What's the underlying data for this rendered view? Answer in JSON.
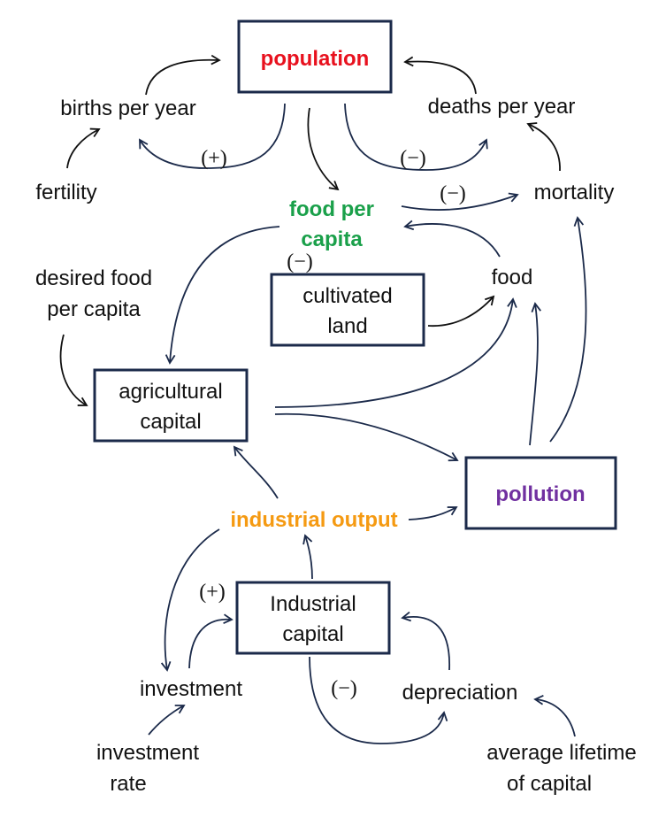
{
  "colors": {
    "population": "#e8111e",
    "food_per_capita": "#1aa04a",
    "pollution": "#7030a0",
    "industrial_output": "#f59a12",
    "arrow": "#1b2a4a",
    "box_border": "#1b2a4a",
    "text": "#111111"
  },
  "nodes": {
    "population": "population",
    "births_per_year": "births per year",
    "deaths_per_year": "deaths per year",
    "fertility": "fertility",
    "mortality": "mortality",
    "food_per_capita_line1": "food per",
    "food_per_capita_line2": "capita",
    "desired_food_line1": "desired food",
    "desired_food_line2": "per capita",
    "cultivated_land_line1": "cultivated",
    "cultivated_land_line2": "land",
    "food": "food",
    "agricultural_capital_line1": "agricultural",
    "agricultural_capital_line2": "capital",
    "pollution": "pollution",
    "industrial_output": "industrial output",
    "industrial_capital_line1": "Industrial",
    "industrial_capital_line2": "capital",
    "investment": "investment",
    "depreciation": "depreciation",
    "investment_rate_line1": "investment",
    "investment_rate_line2": "rate",
    "average_lifetime_line1": "average lifetime",
    "average_lifetime_line2": "of capital"
  },
  "loop_signs": {
    "births_loop": "(+)",
    "deaths_loop": "(−)",
    "mortality_loop": "(−)",
    "food_loop": "(−)",
    "investment_loop": "(+)",
    "depreciation_loop": "(−)"
  },
  "links": [
    {
      "from": "births per year",
      "to": "population"
    },
    {
      "from": "population",
      "to": "births per year"
    },
    {
      "from": "fertility",
      "to": "births per year"
    },
    {
      "from": "deaths per year",
      "to": "population"
    },
    {
      "from": "population",
      "to": "deaths per year"
    },
    {
      "from": "mortality",
      "to": "deaths per year"
    },
    {
      "from": "population",
      "to": "food per capita"
    },
    {
      "from": "food per capita",
      "to": "mortality"
    },
    {
      "from": "food",
      "to": "food per capita"
    },
    {
      "from": "food per capita",
      "to": "agricultural capital"
    },
    {
      "from": "desired food per capita",
      "to": "agricultural capital"
    },
    {
      "from": "cultivated land",
      "to": "food"
    },
    {
      "from": "agricultural capital",
      "to": "food"
    },
    {
      "from": "agricultural capital",
      "to": "pollution"
    },
    {
      "from": "pollution",
      "to": "food"
    },
    {
      "from": "pollution",
      "to": "mortality"
    },
    {
      "from": "industrial output",
      "to": "agricultural capital"
    },
    {
      "from": "industrial output",
      "to": "pollution"
    },
    {
      "from": "industrial capital",
      "to": "industrial output"
    },
    {
      "from": "industrial output",
      "to": "investment"
    },
    {
      "from": "investment",
      "to": "industrial capital"
    },
    {
      "from": "investment rate",
      "to": "investment"
    },
    {
      "from": "industrial capital",
      "to": "depreciation"
    },
    {
      "from": "depreciation",
      "to": "industrial capital"
    },
    {
      "from": "average lifetime of capital",
      "to": "depreciation"
    }
  ]
}
